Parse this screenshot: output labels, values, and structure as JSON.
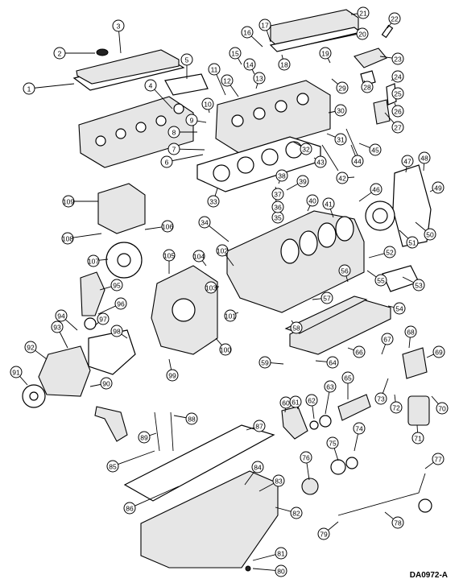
{
  "figure": {
    "code": "DA0972-A",
    "callouts": [
      "1",
      "2",
      "3",
      "4",
      "5",
      "6",
      "7",
      "8",
      "9",
      "10",
      "11",
      "12",
      "13",
      "14",
      "15",
      "16",
      "17",
      "18",
      "19",
      "20",
      "21",
      "22",
      "23",
      "24",
      "25",
      "26",
      "27",
      "28",
      "29",
      "30",
      "31",
      "32",
      "33",
      "34",
      "35",
      "36",
      "37",
      "38",
      "39",
      "40",
      "41",
      "42",
      "43",
      "44",
      "45",
      "46",
      "47",
      "48",
      "49",
      "50",
      "51",
      "52",
      "53",
      "54",
      "55",
      "56",
      "57",
      "58",
      "59",
      "60",
      "61",
      "62",
      "63",
      "64",
      "65",
      "66",
      "67",
      "68",
      "69",
      "70",
      "71",
      "72",
      "73",
      "74",
      "75",
      "76",
      "77",
      "78",
      "79",
      "80",
      "81",
      "82",
      "83",
      "84",
      "85",
      "86",
      "87",
      "88",
      "89",
      "90",
      "91",
      "92",
      "93",
      "94",
      "95",
      "96",
      "97",
      "98",
      "99",
      "100",
      "101",
      "102",
      "103",
      "104",
      "105",
      "106",
      "107",
      "108",
      "109"
    ]
  }
}
